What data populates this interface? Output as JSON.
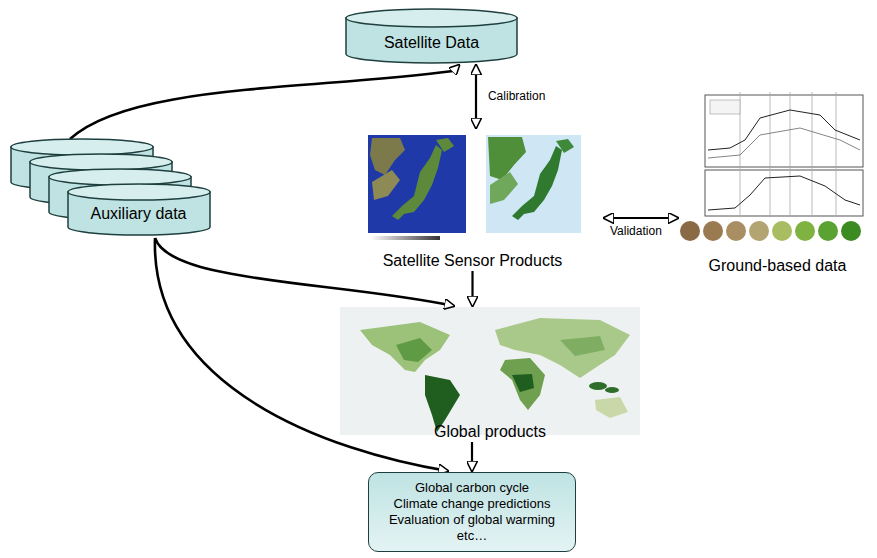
{
  "diagram": {
    "nodes": [
      {
        "text": [
          "Satellite Data"
        ]
      },
      {
        "text": [
          "Auxiliary data"
        ]
      },
      {
        "text": [
          "Satellite Sensor Products"
        ]
      },
      {
        "text": [
          "Ground-based data"
        ]
      },
      {
        "text": [
          "Global products"
        ]
      },
      {
        "text": [
          "Global carbon cycle",
          "Climate change predictions",
          "Evaluation of global warming",
          "etc…"
        ]
      }
    ],
    "edges": [
      {
        "from": 0,
        "to": 2,
        "label": "Calibration",
        "arrow": "both"
      },
      {
        "from": 1,
        "to": 0,
        "arrow": "to"
      },
      {
        "from": 2,
        "to": 3,
        "label": "Validation",
        "arrow": "both"
      },
      {
        "from": 2,
        "to": 4,
        "arrow": "to"
      },
      {
        "from": 1,
        "to": 4,
        "arrow": "to"
      },
      {
        "from": 4,
        "to": 5,
        "arrow": "to"
      },
      {
        "from": 1,
        "to": 5,
        "arrow": "to"
      }
    ]
  }
}
